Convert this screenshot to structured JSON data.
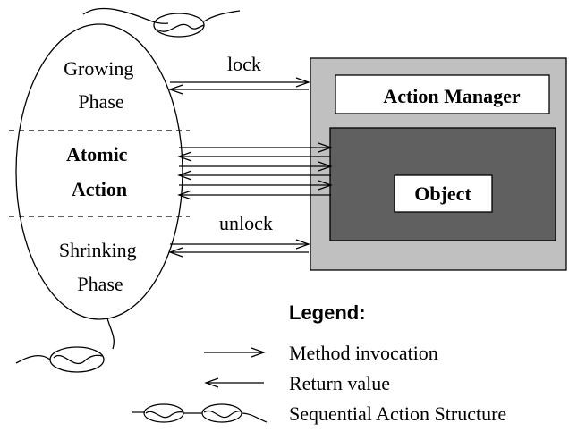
{
  "phases": {
    "growing": [
      "Growing",
      "Phase"
    ],
    "atomic": [
      "Atomic",
      "Action"
    ],
    "shrinking": [
      "Shrinking",
      "Phase"
    ]
  },
  "messages": {
    "lock": "lock",
    "unlock": "unlock"
  },
  "manager": {
    "title": "Action Manager",
    "object": "Object"
  },
  "legend": {
    "title": "Legend:",
    "method_invocation": "Method invocation",
    "return_value": "Return value",
    "sequential": "Sequential Action Structure"
  },
  "colors": {
    "manager_fill": "#c0c0c0",
    "object_fill": "#606060",
    "label_box_fill": "#ffffff",
    "stroke": "#000000"
  },
  "icons": {
    "arrow_right": "arrow-right-icon",
    "arrow_left": "arrow-left-icon",
    "loop": "loop-icon"
  }
}
